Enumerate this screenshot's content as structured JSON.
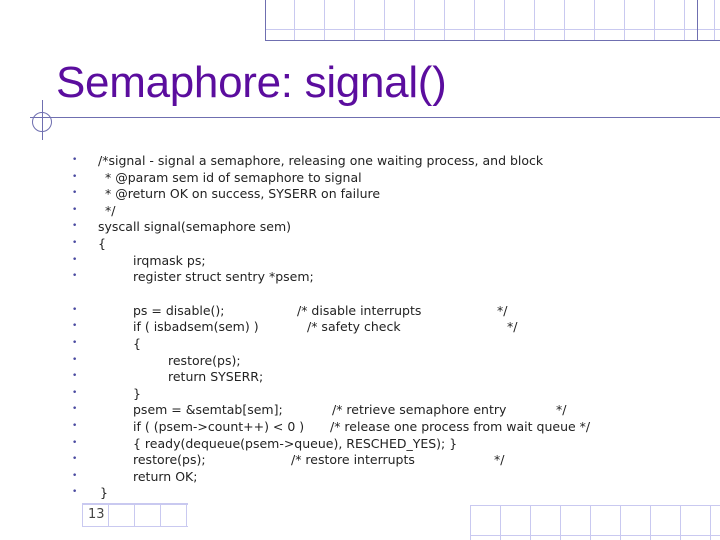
{
  "slide": {
    "title": "Semaphore: signal()",
    "page_number": "13",
    "colors": {
      "title": "#5b0d9e",
      "rule": "#6f6fb0",
      "grid": "#c9c9f0"
    },
    "code_lines": [
      "/*signal - signal a semaphore, releasing one waiting process, and block",
      " * @param sem id of semaphore to signal",
      " * @return OK on success, SYSERR on failure",
      " */",
      "syscall signal(semaphore sem)",
      "{",
      "        irqmask ps;",
      "        register struct sentry *psem;",
      "        ps = disable();                        /* disable interrupts                 */",
      "        if ( isbadsem(sem) )                 /* safety check                        */",
      "        {",
      "                restore(ps);",
      "                return SYSERR;",
      "        }",
      "        psem = &semtab[sem];                /* retrieve semaphore entry          */",
      "        if ( (psem->count++) < 0 )      /* release one process from wait queue */",
      "        { ready(dequeue(psem->queue), RESCHED_YES); }",
      "        restore(ps);                        /* restore interrupts                  */",
      "        return OK;",
      "}"
    ]
  }
}
